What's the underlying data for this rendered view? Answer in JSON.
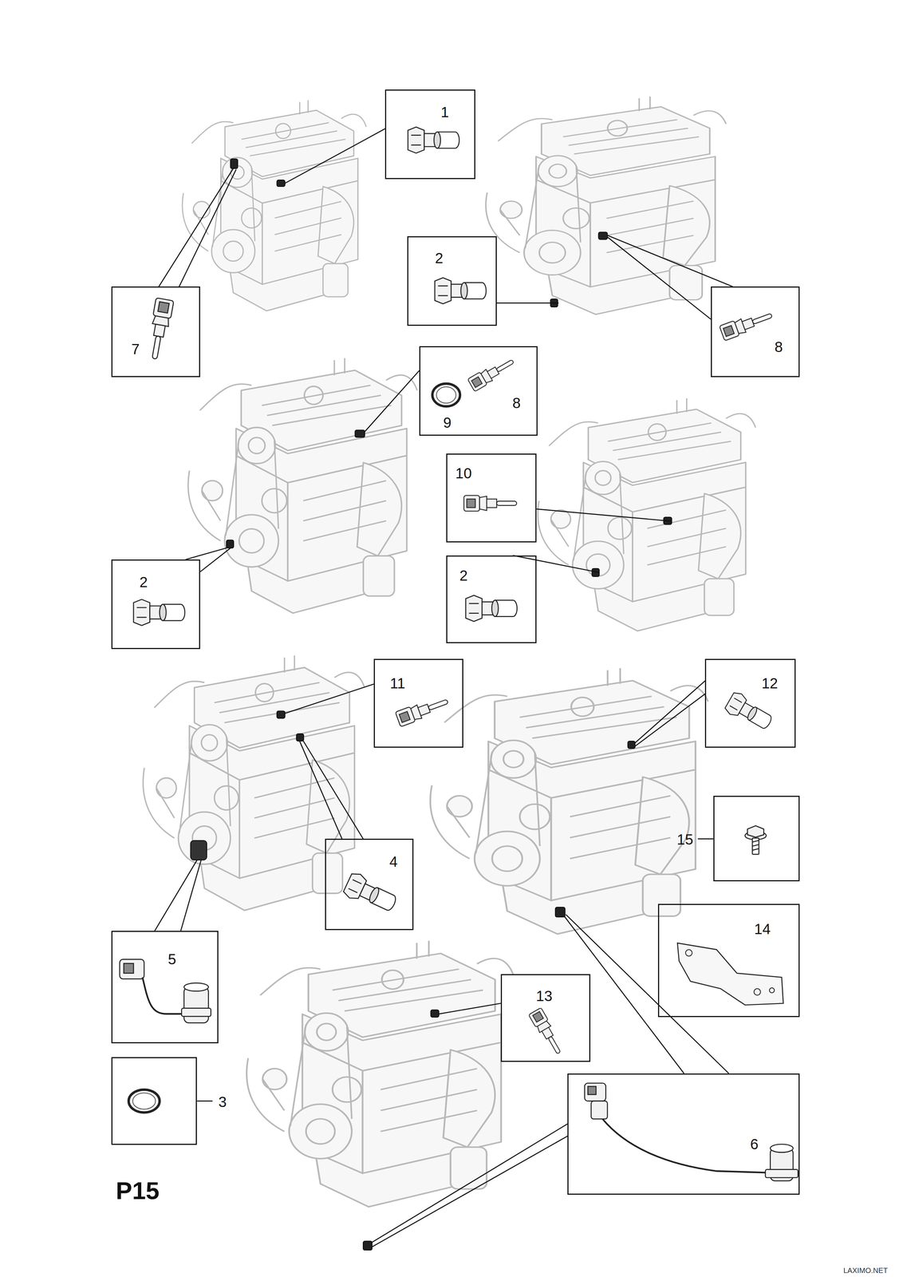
{
  "diagram": {
    "nodes": [
      {
        "text": [
          "1"
        ]
      },
      {
        "text": [
          "2"
        ]
      },
      {
        "text": [
          "7"
        ]
      },
      {
        "text": [
          "8"
        ]
      },
      {
        "text": [
          "8",
          "9"
        ]
      },
      {
        "text": [
          "10"
        ]
      },
      {
        "text": [
          "2"
        ]
      },
      {
        "text": [
          "2"
        ]
      },
      {
        "text": [
          "11"
        ]
      },
      {
        "text": [
          "12"
        ]
      },
      {
        "text": [
          "15"
        ]
      },
      {
        "text": [
          "4"
        ]
      },
      {
        "text": [
          "14"
        ]
      },
      {
        "text": [
          "5"
        ]
      },
      {
        "text": [
          "13"
        ]
      },
      {
        "text": [
          "3"
        ]
      },
      {
        "text": [
          "6"
        ]
      }
    ],
    "labels": [
      "P15",
      "LAXIMO.NET"
    ]
  }
}
